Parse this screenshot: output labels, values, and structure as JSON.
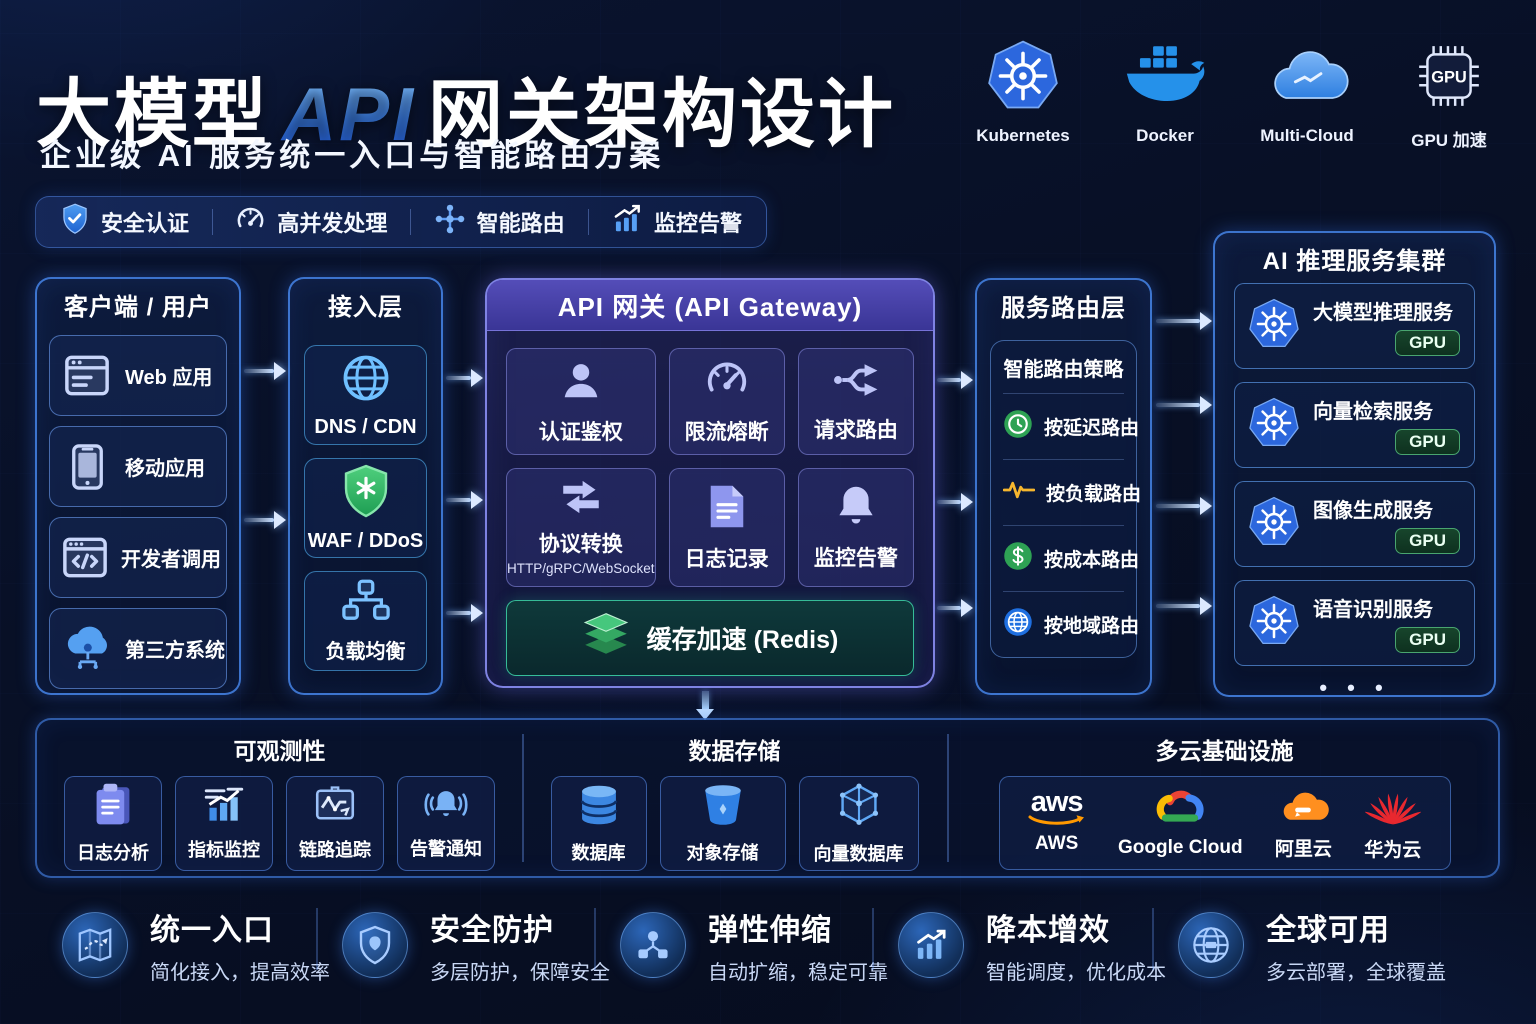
{
  "header": {
    "title": {
      "part1": "大模型",
      "accent": "API",
      "part2": "网关架构设计"
    },
    "subtitle": "企业级 AI 服务统一入口与智能路由方案",
    "tech_badges": [
      {
        "icon": "kubernetes",
        "label": "Kubernetes"
      },
      {
        "icon": "docker",
        "label": "Docker"
      },
      {
        "icon": "multi-cloud",
        "label": "Multi-Cloud"
      },
      {
        "icon": "gpu-chip",
        "label": "GPU 加速",
        "chip_text": "GPU"
      }
    ],
    "features": [
      {
        "icon": "shield-check",
        "label": "安全认证"
      },
      {
        "icon": "gauge",
        "label": "高并发处理"
      },
      {
        "icon": "route-nodes",
        "label": "智能路由"
      },
      {
        "icon": "chart-up",
        "label": "监控告警"
      }
    ]
  },
  "clients": {
    "title": "客户端 / 用户",
    "items": [
      {
        "icon": "browser",
        "label": "Web 应用"
      },
      {
        "icon": "mobile",
        "label": "移动应用"
      },
      {
        "icon": "code-window",
        "label": "开发者调用"
      },
      {
        "icon": "cloud-node",
        "label": "第三方系统"
      }
    ]
  },
  "access_layer": {
    "title": "接入层",
    "items": [
      {
        "icon": "globe",
        "label": "DNS / CDN"
      },
      {
        "icon": "shield-virus",
        "label": "WAF / DDoS"
      },
      {
        "icon": "load-balancer",
        "label": "负载均衡"
      }
    ]
  },
  "gateway": {
    "title": "API 网关 (API Gateway)",
    "features": [
      {
        "icon": "user",
        "label": "认证鉴权"
      },
      {
        "icon": "gauge",
        "label": "限流熔断"
      },
      {
        "icon": "split-route",
        "label": "请求路由"
      },
      {
        "icon": "swap-arrows",
        "label": "协议转换",
        "sublabel": "HTTP/gRPC/WebSocket"
      },
      {
        "icon": "document",
        "label": "日志记录"
      },
      {
        "icon": "bell",
        "label": "监控告警"
      }
    ],
    "cache": {
      "icon": "layers",
      "label": "缓存加速 (Redis)"
    }
  },
  "routing_layer": {
    "title": "服务路由层",
    "policy_title": "智能路由策略",
    "policies": [
      {
        "icon": "clock",
        "label": "按延迟路由"
      },
      {
        "icon": "pulse",
        "label": "按负载路由"
      },
      {
        "icon": "dollar",
        "label": "按成本路由"
      },
      {
        "icon": "globe-region",
        "label": "按地域路由"
      }
    ]
  },
  "ai_cluster": {
    "title": "AI 推理服务集群",
    "services": [
      {
        "icon": "kubernetes",
        "label": "大模型推理服务",
        "badge": "GPU"
      },
      {
        "icon": "kubernetes",
        "label": "向量检索服务",
        "badge": "GPU"
      },
      {
        "icon": "kubernetes",
        "label": "图像生成服务",
        "badge": "GPU"
      },
      {
        "icon": "kubernetes",
        "label": "语音识别服务",
        "badge": "GPU"
      }
    ],
    "more": "• • •"
  },
  "bottom": {
    "observability": {
      "title": "可观测性",
      "items": [
        {
          "icon": "clipboard",
          "label": "日志分析"
        },
        {
          "icon": "metrics",
          "label": "指标监控"
        },
        {
          "icon": "trace",
          "label": "链路追踪"
        },
        {
          "icon": "bell-ring",
          "label": "告警通知"
        }
      ]
    },
    "storage": {
      "title": "数据存储",
      "items": [
        {
          "icon": "database",
          "label": "数据库"
        },
        {
          "icon": "bucket",
          "label": "对象存储"
        },
        {
          "icon": "vector-cube",
          "label": "向量数据库"
        }
      ]
    },
    "multicloud": {
      "title": "多云基础设施",
      "providers": [
        {
          "icon": "aws",
          "label": "AWS",
          "logo_text": "aws"
        },
        {
          "icon": "google-cloud",
          "label": "Google Cloud"
        },
        {
          "icon": "alibaba-cloud",
          "label": "阿里云"
        },
        {
          "icon": "huawei-cloud",
          "label": "华为云"
        }
      ]
    }
  },
  "footer": {
    "items": [
      {
        "icon": "map-route",
        "title": "统一入口",
        "desc": "简化接入，提高效率"
      },
      {
        "icon": "shield",
        "title": "安全防护",
        "desc": "多层防护，保障安全"
      },
      {
        "icon": "cluster-nodes",
        "title": "弹性伸缩",
        "desc": "自动扩缩，稳定可靠"
      },
      {
        "icon": "chart-up",
        "title": "降本增效",
        "desc": "智能调度，优化成本"
      },
      {
        "icon": "globe",
        "title": "全球可用",
        "desc": "多云部署，全球覆盖"
      }
    ]
  },
  "colors": {
    "accent_blue": "#3b82f6",
    "gateway_purple": "#4b44ad",
    "redis_green": "#2fd0a2",
    "gpu_badge_green": "#49a56f",
    "k8s_blue": "#2c67dd",
    "aws_orange": "#ff9900",
    "alibaba_orange": "#ff8f1f",
    "huawei_red": "#e8282f",
    "warn_yellow": "#f6b62e",
    "ok_green": "#2ea254"
  }
}
